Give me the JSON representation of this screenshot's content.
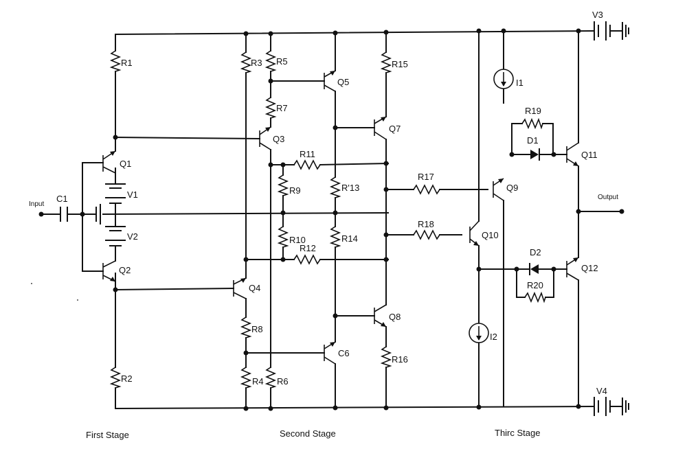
{
  "labels": {
    "input": "Input",
    "output": "Output",
    "stage_first": "First Stage",
    "stage_second": "Second Stage",
    "stage_third": "Thirc Stage",
    "R1": "R1",
    "R2": "R2",
    "R3": "R3",
    "R4": "R4",
    "R5": "R5",
    "R6": "R6",
    "R7": "R7",
    "R8": "R8",
    "R9": "R9",
    "R10": "R10",
    "R11": "R11",
    "R12": "R12",
    "R13": "R'13",
    "R14": "R14",
    "R15": "R15",
    "R16": "R16",
    "R17": "R17",
    "R18": "R18",
    "R19": "R19",
    "R20": "R20",
    "C1": "C1",
    "V1": "V1",
    "V2": "V2",
    "V3": "V3",
    "V4": "V4",
    "I1": "I1",
    "I2": "I2",
    "D1": "D1",
    "D2": "D2",
    "Q1": "Q1",
    "Q2": "Q2",
    "Q3": "Q3",
    "Q4": "Q4",
    "Q5": "Q5",
    "Q6": "C6",
    "Q7": "Q7",
    "Q8": "Q8",
    "Q9": "Q9",
    "Q10": "Q10",
    "Q11": "Q11",
    "Q12": "Q12"
  }
}
